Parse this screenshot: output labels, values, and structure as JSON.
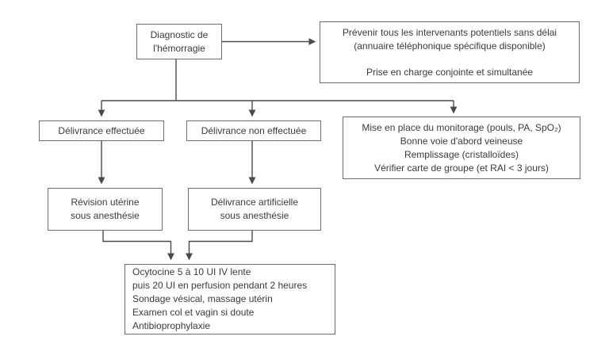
{
  "colors": {
    "background": "#ffffff",
    "box_border": "#6e6e6e",
    "text": "#3b3b3b",
    "connector_line": "#4a4a4a"
  },
  "boxes": {
    "diagnostic": {
      "lines": [
        "Diagnostic de",
        "l'hémorragie"
      ]
    },
    "prevenir": {
      "lines": [
        "Prévenir tous les intervenants potentiels sans délai",
        "(annuaire téléphonique spécifique disponible)",
        "Prise en charge conjointe et simultanée"
      ]
    },
    "delivrance_effectuee": {
      "lines": [
        "Délivrance effectuée"
      ]
    },
    "delivrance_non_effectuee": {
      "lines": [
        "Délivrance non effectuée"
      ]
    },
    "monitorage": {
      "lines": [
        "Mise en place du monitorage (pouls, PA, SpO₂)",
        "Bonne voie d'abord veineuse",
        "Remplissage (cristalloïdes)",
        "Vérifier carte de groupe (et RAI < 3 jours)"
      ]
    },
    "revision_uterine": {
      "lines": [
        "Révision utérine",
        "sous anesthésie"
      ]
    },
    "delivrance_artificielle": {
      "lines": [
        "Délivrance artificielle",
        "sous anesthésie"
      ]
    },
    "ocytocine": {
      "lines": [
        "Ocytocine 5 à 10 UI IV lente",
        "puis 20 UI en perfusion pendant 2 heures",
        "Sondage vésical, massage utérin",
        "Examen col et vagin si doute",
        "Antibioprophylaxie"
      ]
    }
  }
}
